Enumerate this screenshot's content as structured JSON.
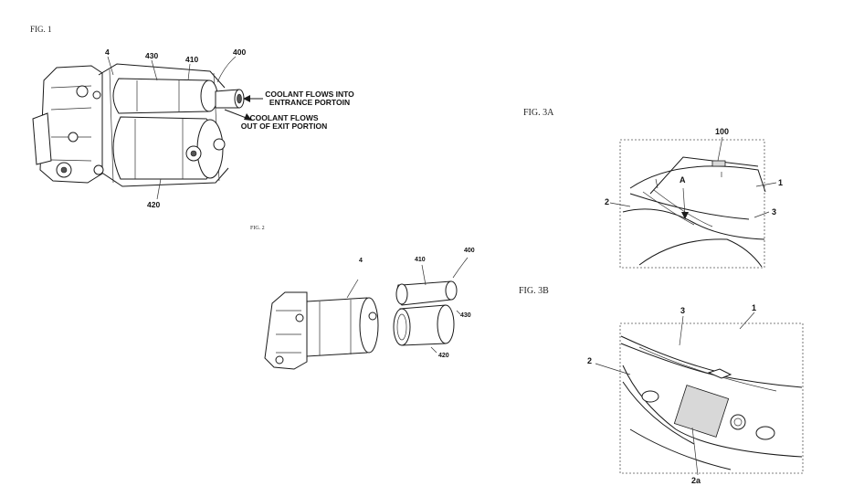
{
  "figures": {
    "fig1": {
      "label": "FIG. 1",
      "callouts": {
        "c4": "4",
        "c430": "430",
        "c410": "410",
        "c400": "400",
        "c420": "420"
      },
      "notes": {
        "inflow": "COOLANT FLOWS INTO\nENTRANCE PORTOIN",
        "outflow": "COOLANT FLOWS\nOUT OF EXIT PORTION"
      }
    },
    "fig2": {
      "label": "FIG. 2",
      "callouts": {
        "c4": "4",
        "c410": "410",
        "c400": "400",
        "c430": "430",
        "c420": "420"
      }
    },
    "fig3a": {
      "label": "FIG. 3A",
      "callouts": {
        "c100": "100",
        "c1": "1",
        "cA": "A",
        "c2": "2",
        "c3": "3"
      }
    },
    "fig3b": {
      "label": "FIG. 3B",
      "callouts": {
        "c3": "3",
        "c1": "1",
        "c2": "2",
        "c2a": "2a"
      }
    }
  }
}
